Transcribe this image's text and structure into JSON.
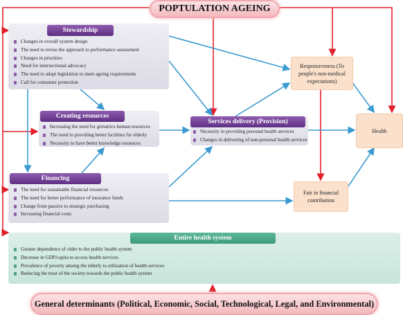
{
  "title": "POPTULATION AGEING",
  "footer": "General determinants (Political, Economic, Social, Technological, Legal, and Environmental)",
  "colors": {
    "arrow_red": "#e0202a",
    "arrow_blue": "#3b9ad0",
    "header_purple": "#6e3d94",
    "header_green": "#4aa98a",
    "peach": "#fbe1cc",
    "pink": "#f4b9be"
  },
  "stewardship": {
    "title": "Stewardship",
    "items": [
      "Changes in overall system design",
      "The need to revise the approach to performance assessment",
      "Changes in priorities",
      "Need for intersectional advocacy",
      "The need to adapt legislation to meet ageing requirements",
      "Call for consumer protection"
    ]
  },
  "creating_resources": {
    "title": "Creating resources",
    "items": [
      "Increasing the need for geriatrics human resources",
      "The need to providing better facilities for elderly",
      "Necessity to have better knowledge resources"
    ]
  },
  "financing": {
    "title": "Financing",
    "items": [
      "The need for sustainable financial resources",
      "The need for better performance of insurance funds",
      "Change from passive to strategic purchasing",
      "Increasing financial costs"
    ]
  },
  "services_delivery": {
    "title": "Services delivery (Provision)",
    "items": [
      "Necessity in providing personal health services",
      "Changes in delivering of non-personal health services"
    ]
  },
  "responsiveness": "Responsiveness (To people's non-medical expectations)",
  "fair": "Fair in financial contribution",
  "health": "Health",
  "entire_health_system": {
    "title": "Entire health system",
    "items": [
      "Greater dependence of older to the public health system",
      "Decrease in GDP/capita to access health services",
      "Prevalence of poverty among the elderly to utilization of health services",
      "Reducing the trust of the society towards the public health system"
    ]
  }
}
